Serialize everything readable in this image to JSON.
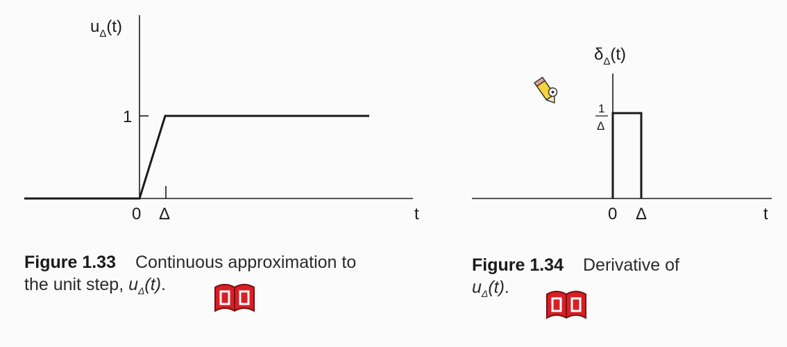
{
  "figure_left": {
    "y_axis_label": "u",
    "y_axis_label_sub": "Δ",
    "y_axis_label_arg": "(t)",
    "y_tick_label": "1",
    "x_tick_zero": "0",
    "x_tick_delta": "Δ",
    "x_axis_label": "t",
    "caption_number": "Figure 1.33",
    "caption_text_line1": "Continuous approximation to",
    "caption_text_line2": "the unit step,",
    "caption_math": "u",
    "caption_math_sub": "Δ",
    "caption_math_arg": "(t)",
    "caption_end": "."
  },
  "figure_right": {
    "y_axis_label": "δ",
    "y_axis_label_sub": "Δ",
    "y_axis_label_arg": "(t)",
    "y_tick_numerator": "1",
    "y_tick_denominator": "Δ",
    "x_tick_zero": "0",
    "x_tick_delta": "Δ",
    "x_axis_label": "t",
    "caption_number": "Figure 1.34",
    "caption_text_line1": "Derivative of",
    "caption_math": "u",
    "caption_math_sub": "Δ",
    "caption_math_arg": "(t)",
    "caption_end": "."
  },
  "colors": {
    "ink": "#1a1a1a",
    "book_icon_red": "#d81f26",
    "pencil_yellow": "#f2d33b"
  },
  "icons": [
    "book-icon",
    "pencil-cursor-icon"
  ]
}
